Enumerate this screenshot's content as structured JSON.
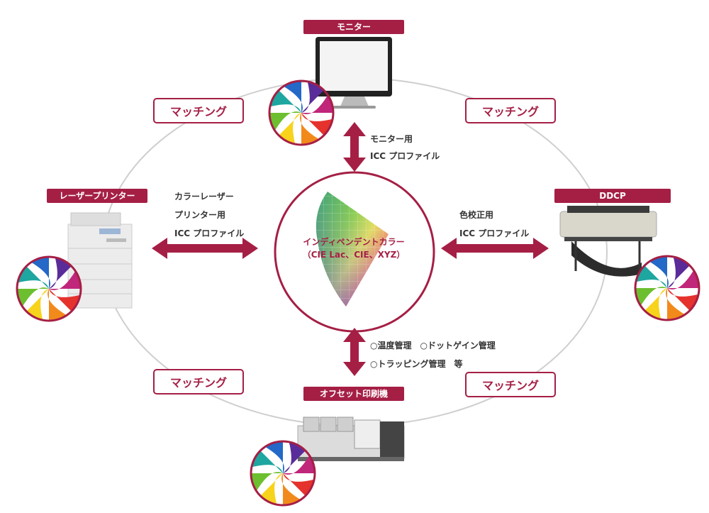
{
  "devices": {
    "monitor": {
      "label": "モニター"
    },
    "laser_printer": {
      "label": "レーザープリンター"
    },
    "ddcp": {
      "label": "DDCP"
    },
    "offset_press": {
      "label": "オフセット印刷機"
    }
  },
  "matching_label": "マッチング",
  "center": {
    "line1": "インディペンデントカラー",
    "line2": "（CIE Lac、CIE、XYZ）"
  },
  "notes": {
    "monitor": [
      "モニター用",
      "ICC プロファイル"
    ],
    "laser": [
      "カラーレーザー",
      "プリンター用",
      "ICC プロファイル"
    ],
    "ddcp": [
      "色校正用",
      "ICC プロファイル"
    ],
    "offset": [
      "○温度管理　○ドットゲイン管理",
      "○トラッピング管理　等"
    ]
  },
  "colors": {
    "accent": "#a51f45",
    "ellipse": "#cfcfcf"
  }
}
